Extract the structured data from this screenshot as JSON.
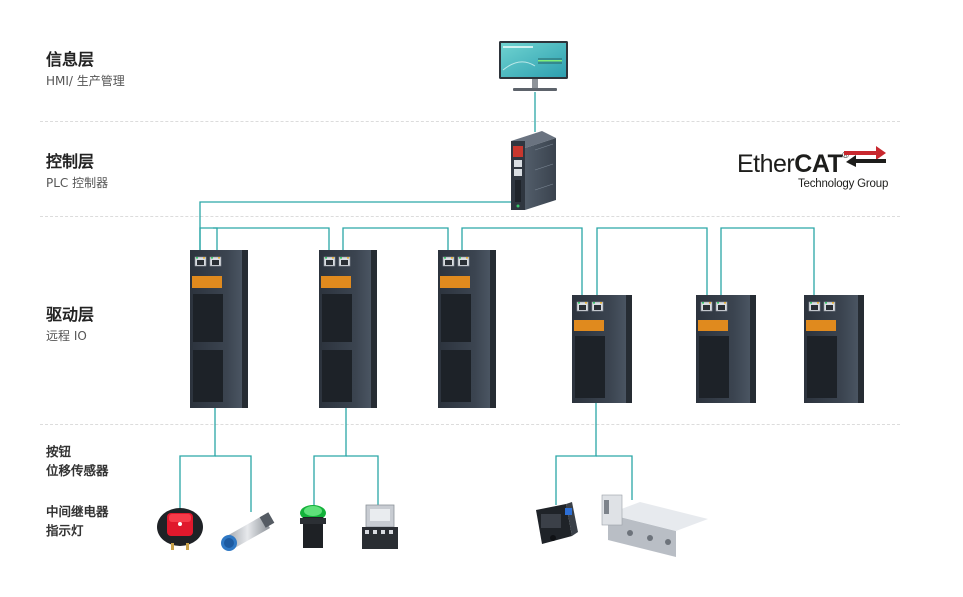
{
  "layers": [
    {
      "title": "信息层",
      "subtitle": "HMI/ 生产管理"
    },
    {
      "title": "控制层",
      "subtitle": "PLC 控制器"
    },
    {
      "title": "驱动层",
      "subtitle": "远程 IO"
    }
  ],
  "field_devices": {
    "line1": "按钮",
    "line2": "位移传感器",
    "line3": "中间继电器",
    "line4": "指示灯"
  },
  "logo": {
    "brand_prefix": "Ether",
    "brand_bold": "CAT",
    "tagline": "Technology Group"
  },
  "colors": {
    "link": "#2aa6a6",
    "module_body": "#3b4450",
    "terminal": "#e08a1e",
    "logo_arrow": "#c8282e"
  }
}
